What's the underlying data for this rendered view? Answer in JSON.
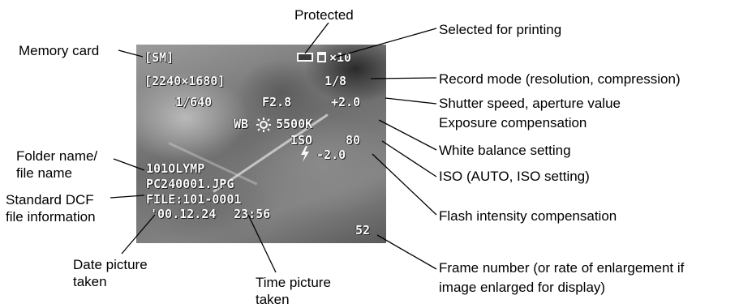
{
  "labels": {
    "memory_card": "Memory card",
    "protected": "Protected",
    "selected_for_printing": "Selected for printing",
    "record_mode": "Record mode (resolution, compression)",
    "shutter_aperture": "Shutter speed, aperture value",
    "exposure_comp": "Exposure compensation",
    "white_balance": "White balance setting",
    "iso": "ISO (AUTO, ISO setting)",
    "flash_comp": "Flash intensity compensation",
    "frame_number_1": "Frame number (or rate of enlargement if",
    "frame_number_2": "image enlarged for display)",
    "folder_file_1": "Folder name/",
    "folder_file_2": "file name",
    "dcf_1": "Standard DCF",
    "dcf_2": "file information",
    "date_taken_1": "Date picture",
    "date_taken_2": "taken",
    "time_taken_1": "Time picture",
    "time_taken_2": "taken"
  },
  "osd": {
    "card": "[SM]",
    "print_count": "×10",
    "record_mode": "[2240×1680]",
    "compression": "1/8",
    "shutter": "1/640",
    "aperture": "F2.8",
    "exposure": "+2.0",
    "wb_label": "WB",
    "wb_value": "5500K",
    "iso_label": "ISO",
    "iso_value": "80",
    "flash_comp": "-2.0",
    "folder": "101OLYMP",
    "file": "PC240001.JPG",
    "file_info": "FILE:101-0001",
    "date": "'00.12.24",
    "time": "23:56",
    "frame": "52"
  },
  "icons": [
    "protect-icon",
    "print-icon",
    "sun-icon",
    "flash-icon"
  ]
}
